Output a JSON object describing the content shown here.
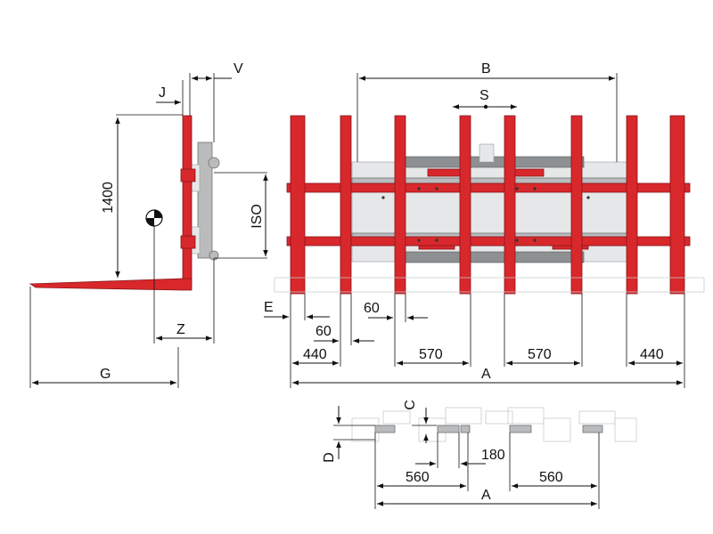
{
  "labels": {
    "J": "J",
    "V": "V",
    "height_1400": "1400",
    "ISO": "ISO",
    "Z": "Z",
    "G": "G",
    "B": "B",
    "S": "S",
    "E": "E",
    "sixty_a": "60",
    "sixty_b": "60",
    "d440_left": "440",
    "d570_left": "570",
    "d570_right": "570",
    "d440_right": "440",
    "A_front": "A",
    "C": "C",
    "D": "D",
    "d180": "180",
    "d560_left": "560",
    "d560_right": "560",
    "A_bottom": "A"
  },
  "colors": {
    "fork_red": "#d8282c",
    "frame_grey": "#b9bbbd",
    "line": "#111111"
  }
}
